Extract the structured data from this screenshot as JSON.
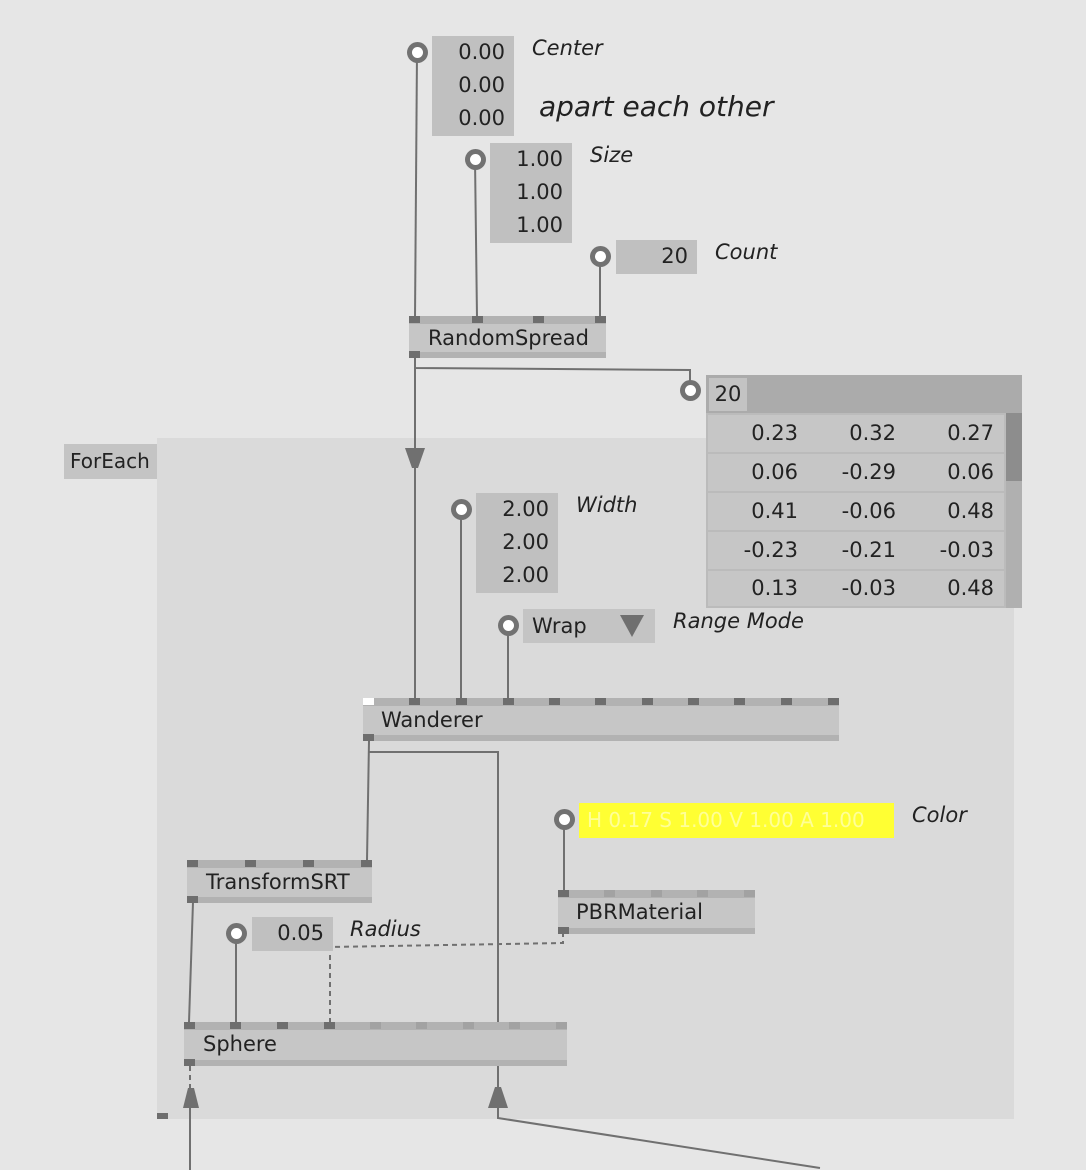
{
  "region": {
    "label": "ForEach"
  },
  "nodes": {
    "random_spread": "RandomSpread",
    "wanderer": "Wanderer",
    "transform": "TransformSRT",
    "pbr": "PBRMaterial",
    "sphere": "Sphere"
  },
  "iobox": {
    "center": {
      "values": [
        "0.00",
        "0.00",
        "0.00"
      ],
      "label": "Center"
    },
    "size": {
      "values": [
        "1.00",
        "1.00",
        "1.00"
      ],
      "label": "Size"
    },
    "count": {
      "value": "20",
      "label": "Count"
    },
    "width": {
      "values": [
        "2.00",
        "2.00",
        "2.00"
      ],
      "label": "Width"
    },
    "range_mode": {
      "value": "Wrap",
      "label": "Range Mode"
    },
    "color": {
      "value": "H 0.17 S 1.00 V 1.00 A 1.00",
      "label": "Color",
      "swatch": "#ffff33"
    },
    "radius": {
      "value": "0.05",
      "label": "Radius"
    }
  },
  "comment": "apart each other",
  "spread_view": {
    "count": "20",
    "rows": [
      [
        "0.23",
        "0.32",
        "0.27"
      ],
      [
        "0.06",
        "-0.29",
        "0.06"
      ],
      [
        "0.41",
        "-0.06",
        "0.48"
      ],
      [
        "-0.23",
        "-0.21",
        "-0.03"
      ],
      [
        "0.13",
        "-0.03",
        "0.48"
      ]
    ]
  },
  "colors": {
    "canvas": "#e6e6e6",
    "region": "#dadada",
    "node": "#c6c6c6",
    "pin": "#6e6e6e",
    "link": "#707070"
  }
}
